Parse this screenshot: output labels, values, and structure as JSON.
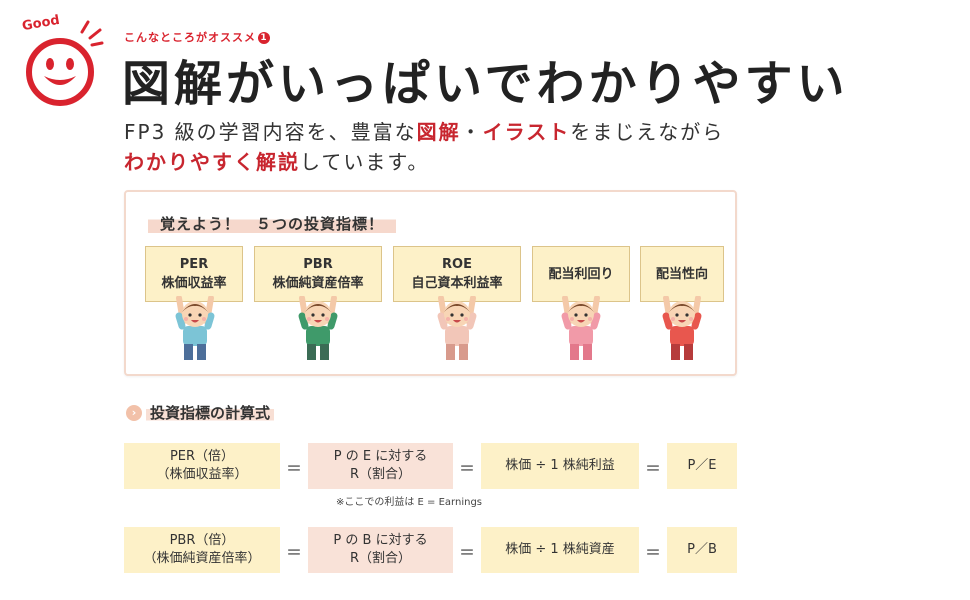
{
  "logo": {
    "word": "Good"
  },
  "kicker": {
    "text": "こんなところがオススメ",
    "number": "1"
  },
  "headline": "図解がいっぱいでわかりやすい",
  "lead": {
    "line1_a": "FP3 級の学習内容を、豊富な",
    "line1_hl1": "図解",
    "line1_b": "・",
    "line1_hl2": "イラスト",
    "line1_c": "をまじえながら",
    "line2_hl": "わかりやすく解説",
    "line2_b": "しています。"
  },
  "panel": {
    "tag": "覚えよう！　５つの投資指標！",
    "signs": [
      {
        "line1": "PER",
        "line2": "株価収益率"
      },
      {
        "line1": "PBR",
        "line2": "株価純資産倍率"
      },
      {
        "line1": "ROE",
        "line2": "自己資本利益率"
      },
      {
        "line1": "配当利回り",
        "line2": ""
      },
      {
        "line1": "配当性向",
        "line2": ""
      }
    ]
  },
  "formula_section": {
    "bullet": "›",
    "title": "投資指標の計算式",
    "rows": [
      {
        "name1": "PER（倍）",
        "name2": "（株価収益率）",
        "eq1": "＝",
        "mid1": "P の E に対する",
        "mid2": "R（割合）",
        "eq2": "＝",
        "calc": "株価 ÷ 1 株純利益",
        "eq3": "＝",
        "result": "P／E"
      },
      {
        "name1": "PBR（倍）",
        "name2": "（株価純資産倍率）",
        "eq1": "＝",
        "mid1": "P の B に対する",
        "mid2": "R（割合）",
        "eq2": "＝",
        "calc": "株価 ÷ 1 株純資産",
        "eq3": "＝",
        "result": "P／B"
      }
    ],
    "note": "※ここでの利益は E = Earnings"
  },
  "colors": {
    "accent": "#d9232e",
    "sign_fill": "#fdf1c8",
    "pink_fill": "#f9e2d8"
  },
  "kids": [
    {
      "shirt": "#7cc4d6",
      "pants": "#4d6f9a"
    },
    {
      "shirt": "#3f9a6a",
      "pants": "#3b6c55"
    },
    {
      "shirt": "#f2c6b8",
      "pants": "#d89a8c"
    },
    {
      "shirt": "#f19aa8",
      "pants": "#e3788b"
    },
    {
      "shirt": "#e8574e",
      "pants": "#b63b3b"
    }
  ]
}
